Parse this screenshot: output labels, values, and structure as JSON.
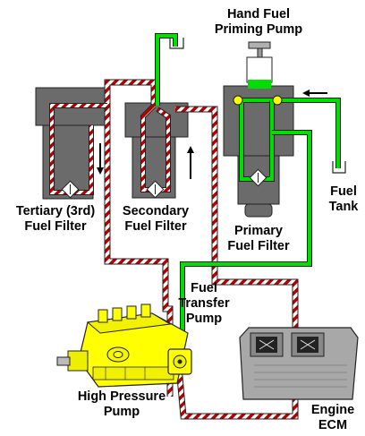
{
  "labels": {
    "hand_pump_1": "Hand Fuel",
    "hand_pump_2": "Priming Pump",
    "tertiary_1": "Tertiary (3rd)",
    "tertiary_2": "Fuel Filter",
    "secondary_1": "Secondary",
    "secondary_2": "Fuel Filter",
    "primary_1": "Primary",
    "primary_2": "Fuel Filter",
    "fuel_tank_1": "Fuel",
    "fuel_tank_2": "Tank",
    "transfer_1": "Fuel",
    "transfer_2": "Transfer",
    "transfer_3": "Pump",
    "hp_pump_1": "High Pressure",
    "hp_pump_2": "Pump",
    "ecm_1": "Engine",
    "ecm_2": "ECM"
  },
  "colors": {
    "filter_body": "#6b6b6b",
    "clean_fuel_line": "#00dd00",
    "pressurized_line_stripe": "#b00000",
    "pump_yellow": "#ffff00",
    "ecm_gray": "#a8a8a8"
  },
  "icons": [
    "flow-arrow-left-icon",
    "flow-arrow-down-icon",
    "flow-arrow-up-icon",
    "drain-cup-icon",
    "check-valve-icon"
  ]
}
